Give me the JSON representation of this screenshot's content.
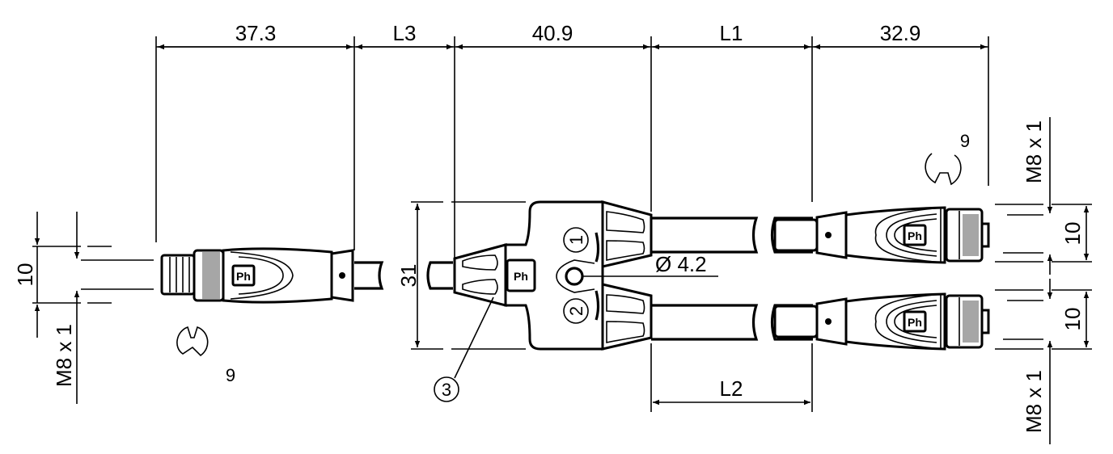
{
  "dimensions": {
    "top": [
      "37.3",
      "L3",
      "40.9",
      "L1",
      "32.9"
    ],
    "l2": "L2",
    "height_y": "31",
    "cable_diameter": "Ø 4.2",
    "left_width": "10",
    "left_thread": "M8 x 1",
    "left_wrench": "9",
    "right_top_width": "10",
    "right_top_thread": "M8 x 1",
    "right_bottom_width": "10",
    "right_bottom_thread": "M8 x 1",
    "right_wrench": "9"
  },
  "callouts": [
    "1",
    "2",
    "3"
  ]
}
